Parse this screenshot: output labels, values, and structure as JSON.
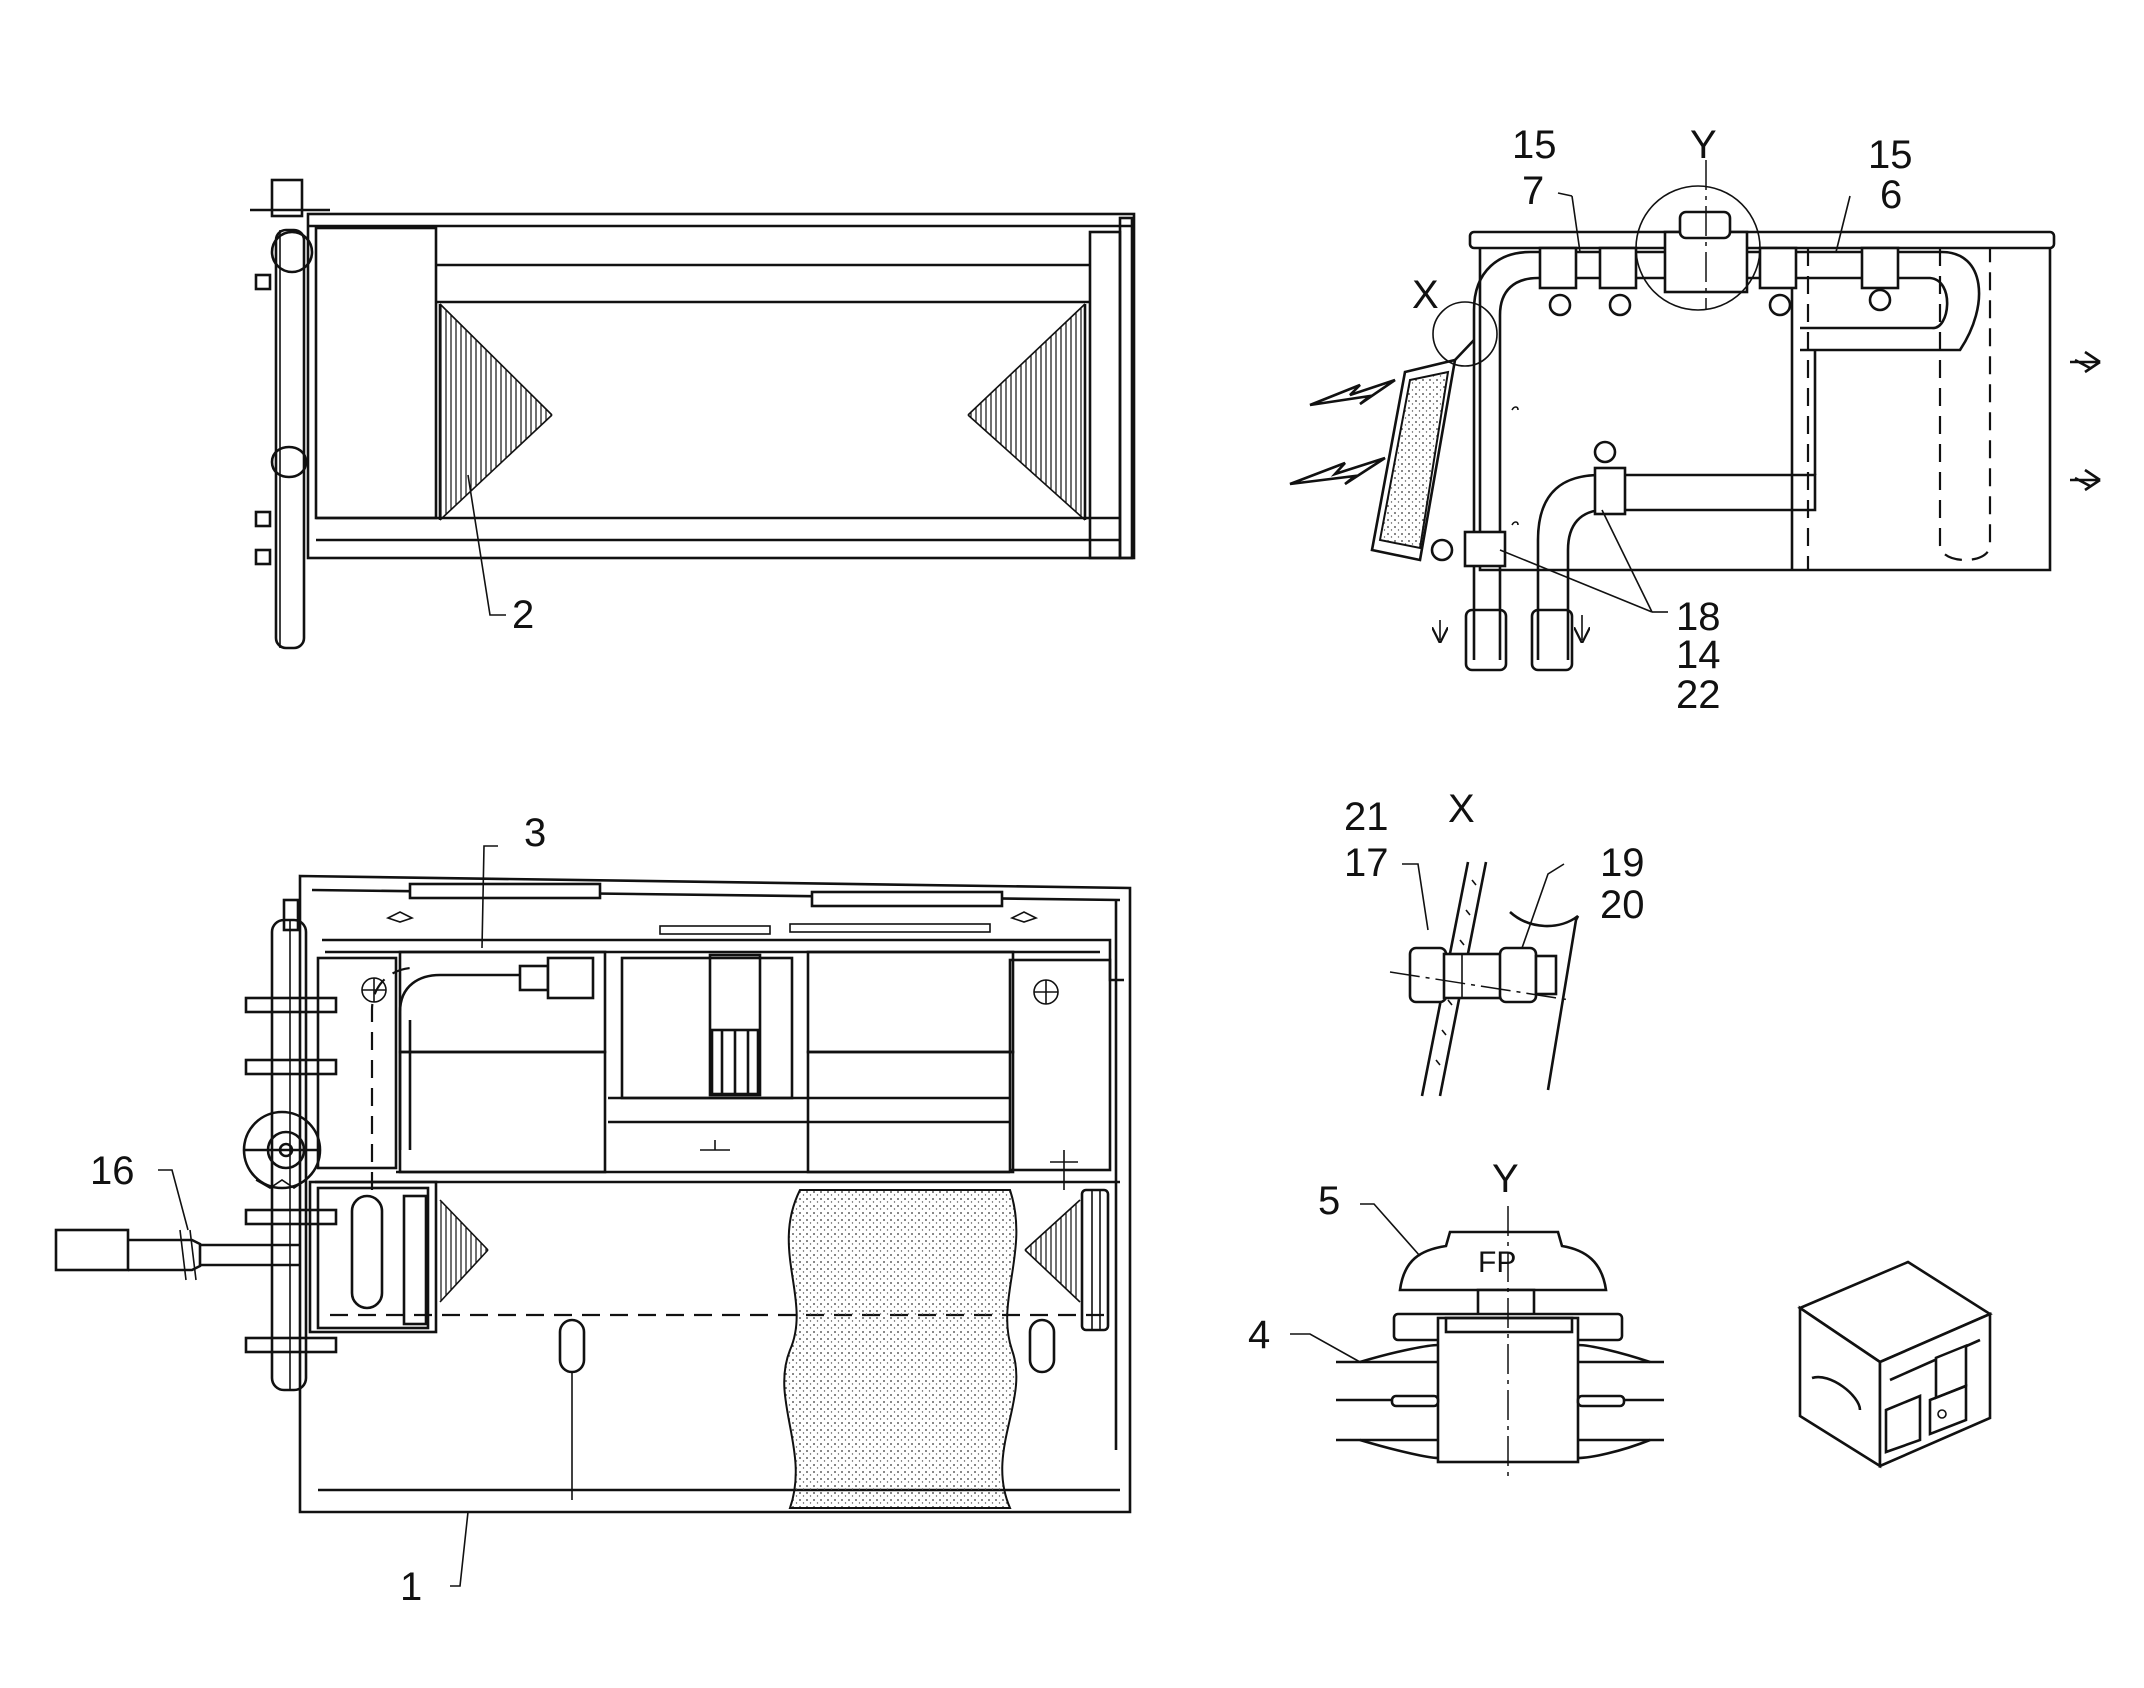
{
  "callouts": {
    "c1": "1",
    "c2": "2",
    "c3": "3",
    "c4": "4",
    "c5": "5",
    "c6": "6",
    "c7": "7",
    "c14": "14",
    "c15a": "15",
    "c15b": "15",
    "c16": "16",
    "c17": "17",
    "c18": "18",
    "c19": "19",
    "c20": "20",
    "c21": "21",
    "c22": "22"
  },
  "detail_marks": {
    "x_main": "X",
    "y_main": "Y",
    "x_detail": "X",
    "y_detail": "Y"
  },
  "cap_text": "FP"
}
